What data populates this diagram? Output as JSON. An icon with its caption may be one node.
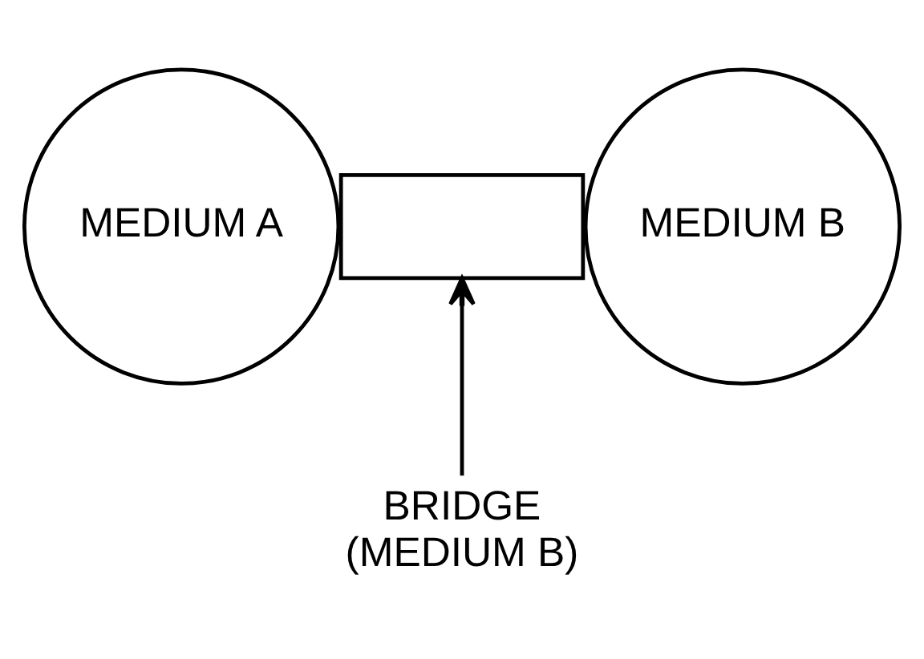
{
  "diagram": {
    "nodes": [
      {
        "text": [
          "MEDIUM A"
        ]
      },
      {
        "text": [],
        "shape": "box"
      },
      {
        "text": [
          "MEDIUM B"
        ]
      },
      {
        "text": [
          "BRIDGE (MEDIUM B)"
        ]
      }
    ],
    "edges": [
      {
        "from": 3,
        "to": 1,
        "arrow": "to"
      }
    ]
  }
}
